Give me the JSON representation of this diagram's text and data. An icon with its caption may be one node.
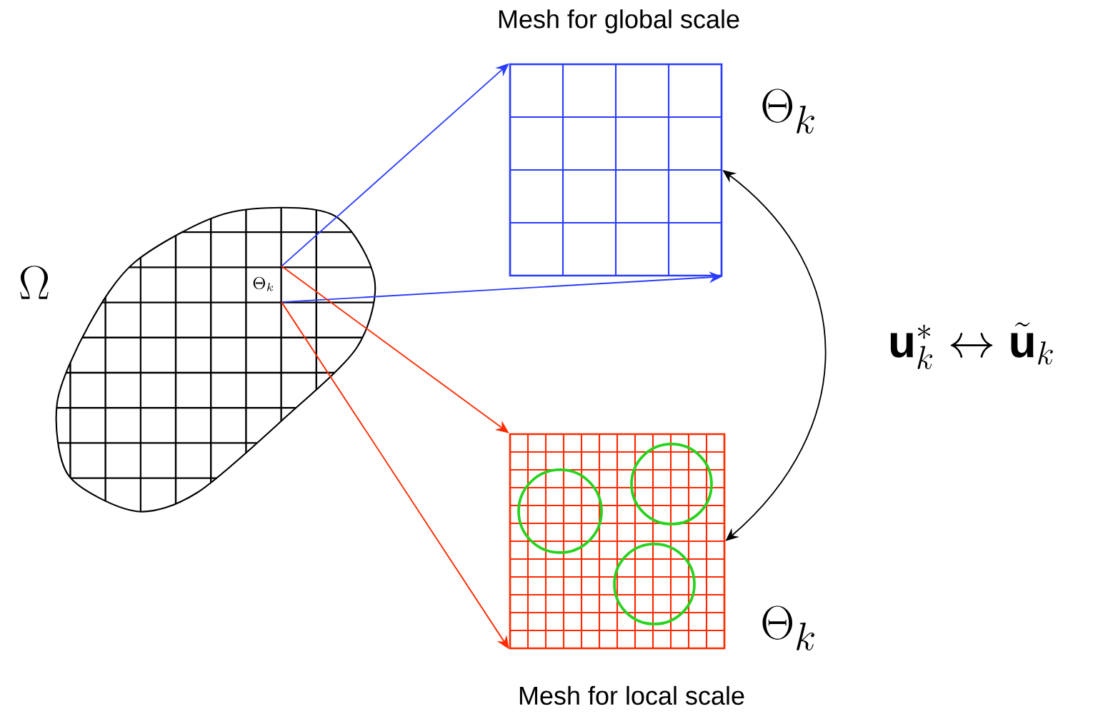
{
  "diagram": {
    "nodes": [
      {
        "text": [
          "\\Omega"
        ]
      },
      {
        "text": [
          "\\Theta_k"
        ],
        "in": 0
      },
      {
        "text": [
          "Mesh for global scale"
        ],
        "beside": [
          "\\Theta_k"
        ]
      },
      {
        "text": [
          "Mesh for local scale"
        ],
        "beside": [
          "\\Theta_k"
        ]
      }
    ],
    "edges": [
      {
        "from": 1,
        "to": 2,
        "arrow": "to",
        "color": "#2a3cff"
      },
      {
        "from": 1,
        "to": 2,
        "arrow": "to",
        "color": "#2a3cff"
      },
      {
        "from": 1,
        "to": 3,
        "arrow": "to",
        "color": "#ff2a00"
      },
      {
        "from": 1,
        "to": 3,
        "arrow": "to",
        "color": "#ff2a00"
      },
      {
        "from": 2,
        "to": 3,
        "arrow": "both",
        "color": "#000000"
      }
    ],
    "labels": [
      "\\mathbf{u}_k^{*}\\leftrightarrow\\tilde{\\mathbf{u}}_k"
    ]
  }
}
